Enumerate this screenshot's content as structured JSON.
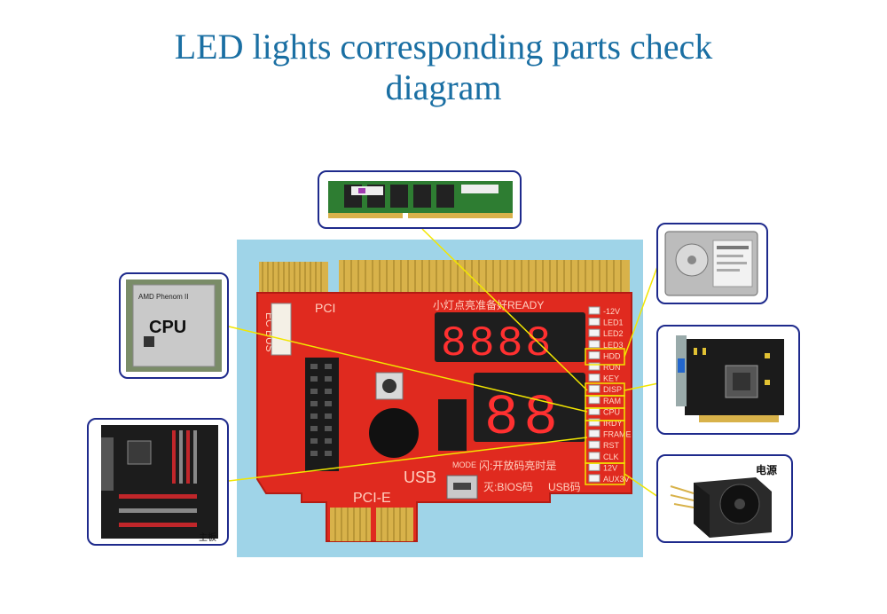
{
  "title_line1": "LED lights corresponding parts check",
  "title_line2": "diagram",
  "board": {
    "labels": {
      "pci": "PCI",
      "ec_bus": "EC BUS",
      "usb": "USB",
      "pcie": "PCI-E",
      "mode": "MODE",
      "ready": "小灯点亮准备好READY",
      "blink": "闪:开放码亮时是",
      "bios_off": "灭:BIOS码",
      "usb_code": "USB码"
    },
    "led_labels": [
      "-12V",
      "LED1",
      "LED2",
      "LED3",
      "HDD",
      "RUN",
      "KEY",
      "DISP",
      "RAM",
      "CPU",
      "IRDY",
      "FRAME",
      "RST",
      "CLK",
      "12V",
      "AUX3V"
    ],
    "display_upper": "8888",
    "display_lower": "88"
  },
  "components": {
    "ram": {
      "name": "RAM module"
    },
    "cpu": {
      "label": "CPU",
      "chip_text": "AMD Phenom II"
    },
    "hdd": {
      "name": "Hard disk"
    },
    "gpu": {
      "name": "Graphics card"
    },
    "motherboard": {
      "label": "主板"
    },
    "psu": {
      "label": "电源"
    }
  },
  "colors": {
    "title": "#1a6fa3",
    "frame": "#1e2a8c",
    "connector": "#f2e600",
    "board": "#e02a1f",
    "board_bg": "#9fd4e8"
  }
}
